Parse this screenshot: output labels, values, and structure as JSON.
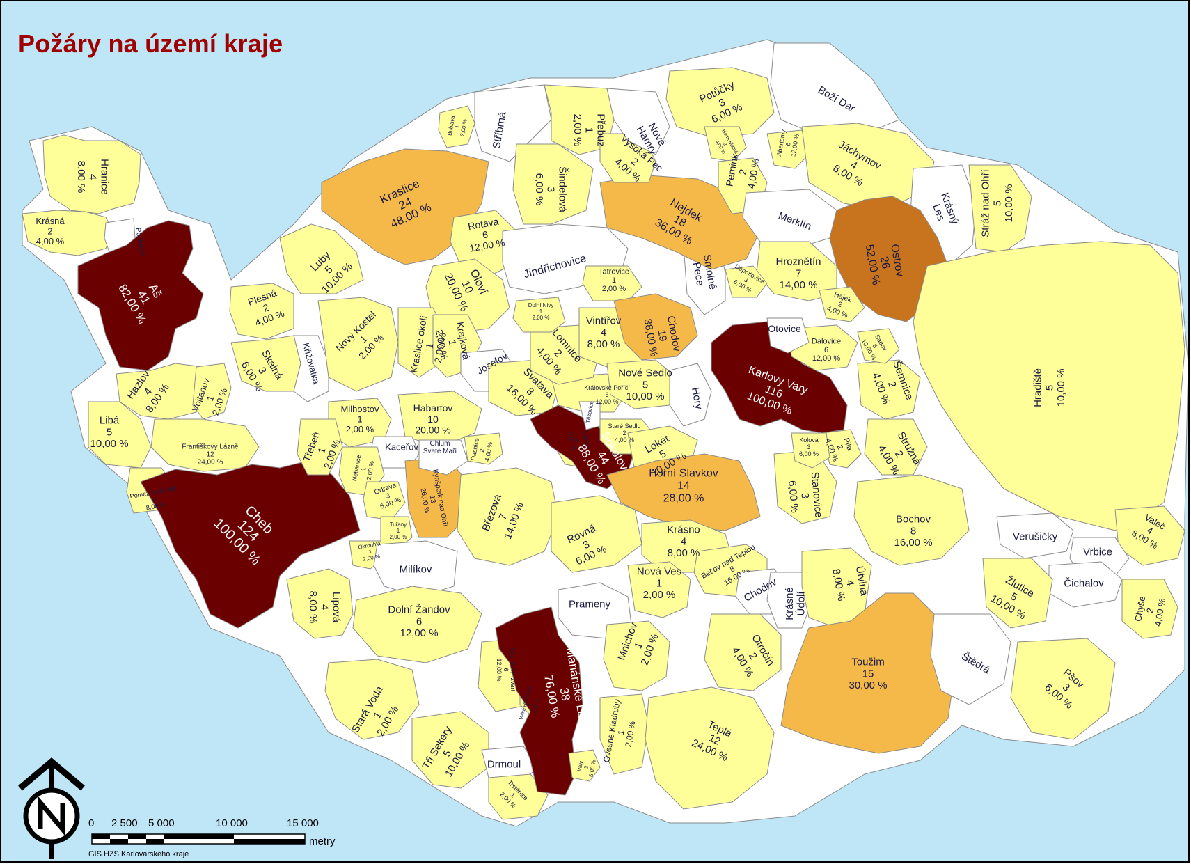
{
  "title": "Požáry na území kraje",
  "credit": "GIS HZS Karlovarského kraje",
  "north_icon": "north-arrow-icon",
  "scale": {
    "ticks": [
      "0",
      "2 500",
      "5 000",
      "10 000",
      "15 000"
    ],
    "unit": "metry"
  },
  "colors": {
    "water": "#bfe6f7",
    "none": "#ffffff",
    "low": "#ffff99",
    "medium": "#f5b94a",
    "high": "#c8731e",
    "very_high": "#6b0000"
  },
  "municipalities": [
    {
      "name": "Hranice",
      "count": "4",
      "pct": "8,00 %",
      "cls": "low"
    },
    {
      "name": "Krásná",
      "count": "2",
      "pct": "4,00 %",
      "cls": "low"
    },
    {
      "name": "Podhradí",
      "count": "",
      "pct": "",
      "cls": "none"
    },
    {
      "name": "Aš",
      "count": "41",
      "pct": "82,00 %",
      "cls": "very_high"
    },
    {
      "name": "Hazlov",
      "count": "4",
      "pct": "8,00 %",
      "cls": "low"
    },
    {
      "name": "Vojtanov",
      "count": "1",
      "pct": "2,00 %",
      "cls": "low"
    },
    {
      "name": "Libá",
      "count": "5",
      "pct": "10,00 %",
      "cls": "low"
    },
    {
      "name": "Pomezí nad Ohří",
      "count": "4",
      "pct": "8,00 %",
      "cls": "low"
    },
    {
      "name": "Františkovy Lázně",
      "count": "12",
      "pct": "24,00 %",
      "cls": "low"
    },
    {
      "name": "Cheb",
      "count": "124",
      "pct": "100,00 %",
      "cls": "very_high"
    },
    {
      "name": "Plesná",
      "count": "2",
      "pct": "4,00 %",
      "cls": "low"
    },
    {
      "name": "Skalná",
      "count": "3",
      "pct": "6,00 %",
      "cls": "low"
    },
    {
      "name": "Křižovatka",
      "count": "",
      "pct": "",
      "cls": "none"
    },
    {
      "name": "Luby",
      "count": "5",
      "pct": "10,00 %",
      "cls": "low"
    },
    {
      "name": "Nový Kostel",
      "count": "1",
      "pct": "2,00 %",
      "cls": "low"
    },
    {
      "name": "Kraslice",
      "count": "24",
      "pct": "48,00 %",
      "cls": "medium"
    },
    {
      "name": "Bublava",
      "count": "1",
      "pct": "2,00 %",
      "cls": "low"
    },
    {
      "name": "Stříbrná",
      "count": "",
      "pct": "",
      "cls": "none"
    },
    {
      "name": "Přebuz",
      "count": "1",
      "pct": "2,00 %",
      "cls": "low"
    },
    {
      "name": "Šindelová",
      "count": "3",
      "pct": "6,00 %",
      "cls": "low"
    },
    {
      "name": "Rotava",
      "count": "6",
      "pct": "12,00 %",
      "cls": "low"
    },
    {
      "name": "Oloví",
      "count": "10",
      "pct": "20,00 %",
      "cls": "low"
    },
    {
      "name": "Jindřichovice",
      "count": "",
      "pct": "",
      "cls": "none"
    },
    {
      "name": "Kraslice okolí",
      "count": "1",
      "pct": "2,00 %",
      "cls": "low"
    },
    {
      "name": "Krajková",
      "count": "1",
      "pct": "2,00 %",
      "cls": "low"
    },
    {
      "name": "Josefov",
      "count": "",
      "pct": "",
      "cls": "none"
    },
    {
      "name": "Svatava",
      "count": "8",
      "pct": "16,00 %",
      "cls": "low"
    },
    {
      "name": "Habartov",
      "count": "10",
      "pct": "20,00 %",
      "cls": "low"
    },
    {
      "name": "Milhostov",
      "count": "1",
      "pct": "2,00 %",
      "cls": "low"
    },
    {
      "name": "Kaceřov",
      "count": "",
      "pct": "",
      "cls": "none"
    },
    {
      "name": "Třebeň",
      "count": "1",
      "pct": "2,00 %",
      "cls": "low"
    },
    {
      "name": "Nebanice",
      "count": "1",
      "pct": "2,00 %",
      "cls": "low"
    },
    {
      "name": "Odrava",
      "count": "3",
      "pct": "6,00 %",
      "cls": "low"
    },
    {
      "name": "Tuřany",
      "count": "1",
      "pct": "2,00 %",
      "cls": "low"
    },
    {
      "name": "Okrouhlá",
      "count": "1",
      "pct": "2,00 %",
      "cls": "low"
    },
    {
      "name": "Kynšperk nad Ohří",
      "count": "13",
      "pct": "26,00 %",
      "cls": "medium"
    },
    {
      "name": "Chlum Svaté Maří",
      "count": "",
      "pct": "",
      "cls": "none"
    },
    {
      "name": "Dasnice",
      "count": "2",
      "pct": "4,00 %",
      "cls": "low"
    },
    {
      "name": "Milíkov",
      "count": "",
      "pct": "",
      "cls": "none"
    },
    {
      "name": "Lipová",
      "count": "4",
      "pct": "8,00 %",
      "cls": "low"
    },
    {
      "name": "Dolní Žandov",
      "count": "6",
      "pct": "12,00 %",
      "cls": "low"
    },
    {
      "name": "Stará Voda",
      "count": "1",
      "pct": "2,00 %",
      "cls": "low"
    },
    {
      "name": "Tři Sekery",
      "count": "5",
      "pct": "10,00 %",
      "cls": "low"
    },
    {
      "name": "Drmoul",
      "count": "",
      "pct": "",
      "cls": "none"
    },
    {
      "name": "Trstěnice",
      "count": "1",
      "pct": "2,00 %",
      "cls": "low"
    },
    {
      "name": "Lázně Kynžvart",
      "count": "6",
      "pct": "12,00 %",
      "cls": "low"
    },
    {
      "name": "Velká Hleďsebe",
      "count": "1",
      "pct": "2,00 %",
      "cls": "low"
    },
    {
      "name": "Mariánské Lázně",
      "count": "38",
      "pct": "76,00 %",
      "cls": "very_high"
    },
    {
      "name": "Valy",
      "count": "3",
      "pct": "6,00 %",
      "cls": "low"
    },
    {
      "name": "Březová",
      "count": "7",
      "pct": "14,00 %",
      "cls": "low"
    },
    {
      "name": "Rovná",
      "count": "3",
      "pct": "6,00 %",
      "cls": "low"
    },
    {
      "name": "Šabina",
      "count": "3",
      "pct": "6,00 %",
      "cls": "low"
    },
    {
      "name": "Sokolov",
      "count": "44",
      "pct": "88,00 %",
      "cls": "very_high"
    },
    {
      "name": "Královské Poříčí",
      "count": "6",
      "pct": "12,00 %",
      "cls": "low"
    },
    {
      "name": "Těšovice",
      "count": "",
      "pct": "",
      "cls": "none"
    },
    {
      "name": "Staré Sedlo",
      "count": "2",
      "pct": "4,00 %",
      "cls": "low"
    },
    {
      "name": "Loket",
      "count": "5",
      "pct": "10,00 %",
      "cls": "low"
    },
    {
      "name": "Horní Slavkov",
      "count": "14",
      "pct": "28,00 %",
      "cls": "medium"
    },
    {
      "name": "Krásno",
      "count": "4",
      "pct": "8,00 %",
      "cls": "low"
    },
    {
      "name": "Prameny",
      "count": "",
      "pct": "",
      "cls": "none"
    },
    {
      "name": "Nová Ves",
      "count": "1",
      "pct": "2,00 %",
      "cls": "low"
    },
    {
      "name": "Mnichov",
      "count": "1",
      "pct": "2,00 %",
      "cls": "low"
    },
    {
      "name": "Ovesné Kladruby",
      "count": "1",
      "pct": "2,00 %",
      "cls": "low"
    },
    {
      "name": "Teplá",
      "count": "12",
      "pct": "24,00 %",
      "cls": "low"
    },
    {
      "name": "Bečov nad Teplou",
      "count": "8",
      "pct": "16,00 %",
      "cls": "low"
    },
    {
      "name": "Chodov (KV)",
      "count": "",
      "pct": "",
      "cls": "none"
    },
    {
      "name": "Krásné Údolí",
      "count": "",
      "pct": "",
      "cls": "none"
    },
    {
      "name": "Otročín",
      "count": "2",
      "pct": "4,00 %",
      "cls": "low"
    },
    {
      "name": "Útvina",
      "count": "4",
      "pct": "8,00 %",
      "cls": "low"
    },
    {
      "name": "Toužim",
      "count": "15",
      "pct": "30,00 %",
      "cls": "medium"
    },
    {
      "name": "Lomnice",
      "count": "2",
      "pct": "4,00 %",
      "cls": "low"
    },
    {
      "name": "Dolní Nivy",
      "count": "1",
      "pct": "2,00 %",
      "cls": "low"
    },
    {
      "name": "Vintířov",
      "count": "4",
      "pct": "8,00 %",
      "cls": "low"
    },
    {
      "name": "Tatrovice",
      "count": "1",
      "pct": "2,00 %",
      "cls": "low"
    },
    {
      "name": "Chodov",
      "count": "19",
      "pct": "38,00 %",
      "cls": "medium"
    },
    {
      "name": "Nové Sedlo",
      "count": "5",
      "pct": "10,00 %",
      "cls": "low"
    },
    {
      "name": "Hory",
      "count": "",
      "pct": "",
      "cls": "none"
    },
    {
      "name": "Karlovy Vary",
      "count": "116",
      "pct": "100,00 %",
      "cls": "very_high"
    },
    {
      "name": "Smolné Pece",
      "count": "",
      "pct": "",
      "cls": "none"
    },
    {
      "name": "Nejdek",
      "count": "18",
      "pct": "36,00 %",
      "cls": "medium"
    },
    {
      "name": "Vysoká Pec",
      "count": "2",
      "pct": "4,00 %",
      "cls": "low"
    },
    {
      "name": "Nové Hamry",
      "count": "",
      "pct": "",
      "cls": "none"
    },
    {
      "name": "Potůčky",
      "count": "3",
      "pct": "6,00 %",
      "cls": "low"
    },
    {
      "name": "Horní Blatná",
      "count": "2",
      "pct": "4,00 %",
      "cls": "low"
    },
    {
      "name": "Boží Dar",
      "count": "",
      "pct": "",
      "cls": "none"
    },
    {
      "name": "Pernink",
      "count": "2",
      "pct": "4,00 %",
      "cls": "low"
    },
    {
      "name": "Abertamy",
      "count": "6",
      "pct": "12,00 %",
      "cls": "low"
    },
    {
      "name": "Jáchymov",
      "count": "4",
      "pct": "8,00 %",
      "cls": "low"
    },
    {
      "name": "Merklín",
      "count": "",
      "pct": "",
      "cls": "none"
    },
    {
      "name": "Krásný Les",
      "count": "",
      "pct": "",
      "cls": "none"
    },
    {
      "name": "Stráž nad Ohří",
      "count": "5",
      "pct": "10,00 %",
      "cls": "low"
    },
    {
      "name": "Ostrov",
      "count": "26",
      "pct": "52,00 %",
      "cls": "high"
    },
    {
      "name": "Hroznětín",
      "count": "7",
      "pct": "14,00 %",
      "cls": "low"
    },
    {
      "name": "Hájek",
      "count": "2",
      "pct": "4,00 %",
      "cls": "low"
    },
    {
      "name": "Dalovice",
      "count": "6",
      "pct": "12,00 %",
      "cls": "low"
    },
    {
      "name": "Otovice",
      "count": "",
      "pct": "",
      "cls": "none"
    },
    {
      "name": "Šemnice",
      "count": "2",
      "pct": "4,00 %",
      "cls": "low"
    },
    {
      "name": "Hradiště",
      "count": "5",
      "pct": "10,00 %",
      "cls": "low"
    },
    {
      "name": "Stružná",
      "count": "2",
      "pct": "4,00 %",
      "cls": "low"
    },
    {
      "name": "Bochov",
      "count": "8",
      "pct": "16,00 %",
      "cls": "low"
    },
    {
      "name": "Stanovice",
      "count": "3",
      "pct": "6,00 %",
      "cls": "low"
    },
    {
      "name": "Pila",
      "count": "2",
      "pct": "4,00 %",
      "cls": "low"
    },
    {
      "name": "Kolová",
      "count": "3",
      "pct": "6,00 %",
      "cls": "low"
    },
    {
      "name": "Valeč",
      "count": "4",
      "pct": "8,00 %",
      "cls": "low"
    },
    {
      "name": "Verušičky",
      "count": "",
      "pct": "",
      "cls": "none"
    },
    {
      "name": "Vrbice",
      "count": "",
      "pct": "",
      "cls": "none"
    },
    {
      "name": "Čichalov",
      "count": "",
      "pct": "",
      "cls": "none"
    },
    {
      "name": "Žlutice",
      "count": "5",
      "pct": "10,00 %",
      "cls": "low"
    },
    {
      "name": "Chyše",
      "count": "2",
      "pct": "4,00 %",
      "cls": "low"
    },
    {
      "name": "Štědrá",
      "count": "",
      "pct": "",
      "cls": "none"
    },
    {
      "name": "Pšov",
      "count": "3",
      "pct": "6,00 %",
      "cls": "low"
    },
    {
      "name": "Děpoltovice",
      "count": "3",
      "pct": "6,00 %",
      "cls": "low"
    },
    {
      "name": "Sadov",
      "count": "5",
      "pct": "10,00 %",
      "cls": "low"
    }
  ]
}
